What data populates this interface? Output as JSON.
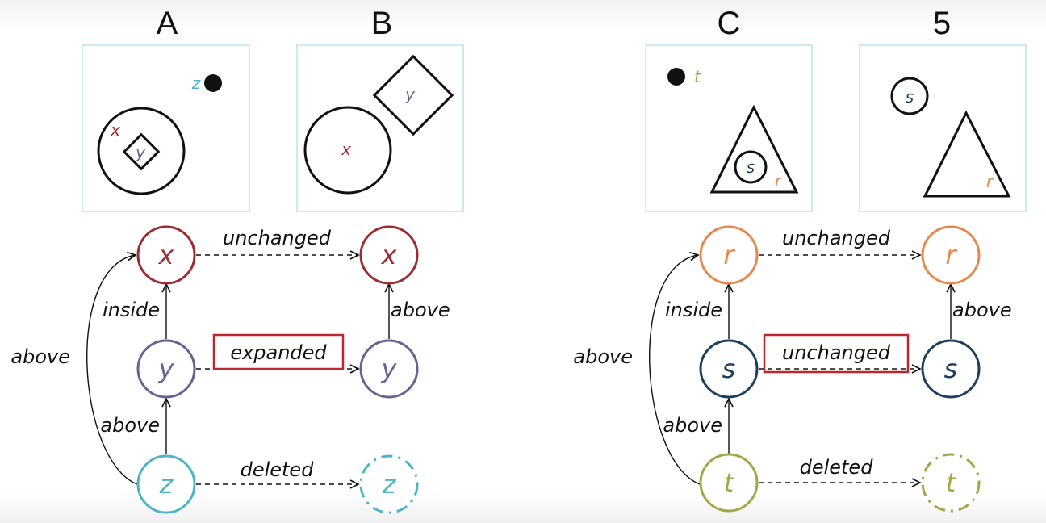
{
  "colors": {
    "x": "#9b2e35",
    "y": "#6a6290",
    "z": "#4fb4c4",
    "r": "#e6894f",
    "s": "#1f3e5c",
    "t": "#a0a848",
    "box_border": "#cfe8f5",
    "highlight": "#b8282e"
  },
  "left": {
    "titles": {
      "before": "A",
      "after": "B"
    },
    "scene_before": {
      "x": "x",
      "y": "y",
      "z": "z"
    },
    "scene_after": {
      "x": "x",
      "y": "y"
    },
    "graph": {
      "nodes": {
        "x": "x",
        "y": "y",
        "z": "z",
        "x2": "x",
        "y2": "y",
        "z2": "z"
      },
      "edges": {
        "y_x": "inside",
        "z_y": "above",
        "z_x": "above",
        "y2_x2": "above",
        "x_x2": "unchanged",
        "y_y2": "expanded",
        "z_z2": "deleted"
      }
    }
  },
  "right": {
    "titles": {
      "before": "C",
      "after": "5"
    },
    "scene_before": {
      "t": "t",
      "s": "s",
      "r": "r"
    },
    "scene_after": {
      "s": "s",
      "r": "r"
    },
    "graph": {
      "nodes": {
        "r": "r",
        "s": "s",
        "t": "t",
        "r2": "r",
        "s2": "s",
        "t2": "t"
      },
      "edges": {
        "s_r": "inside",
        "t_s": "above",
        "t_r": "above",
        "s2_r2": "above",
        "r_r2": "unchanged",
        "s_s2": "unchanged",
        "t_t2": "deleted"
      }
    }
  }
}
